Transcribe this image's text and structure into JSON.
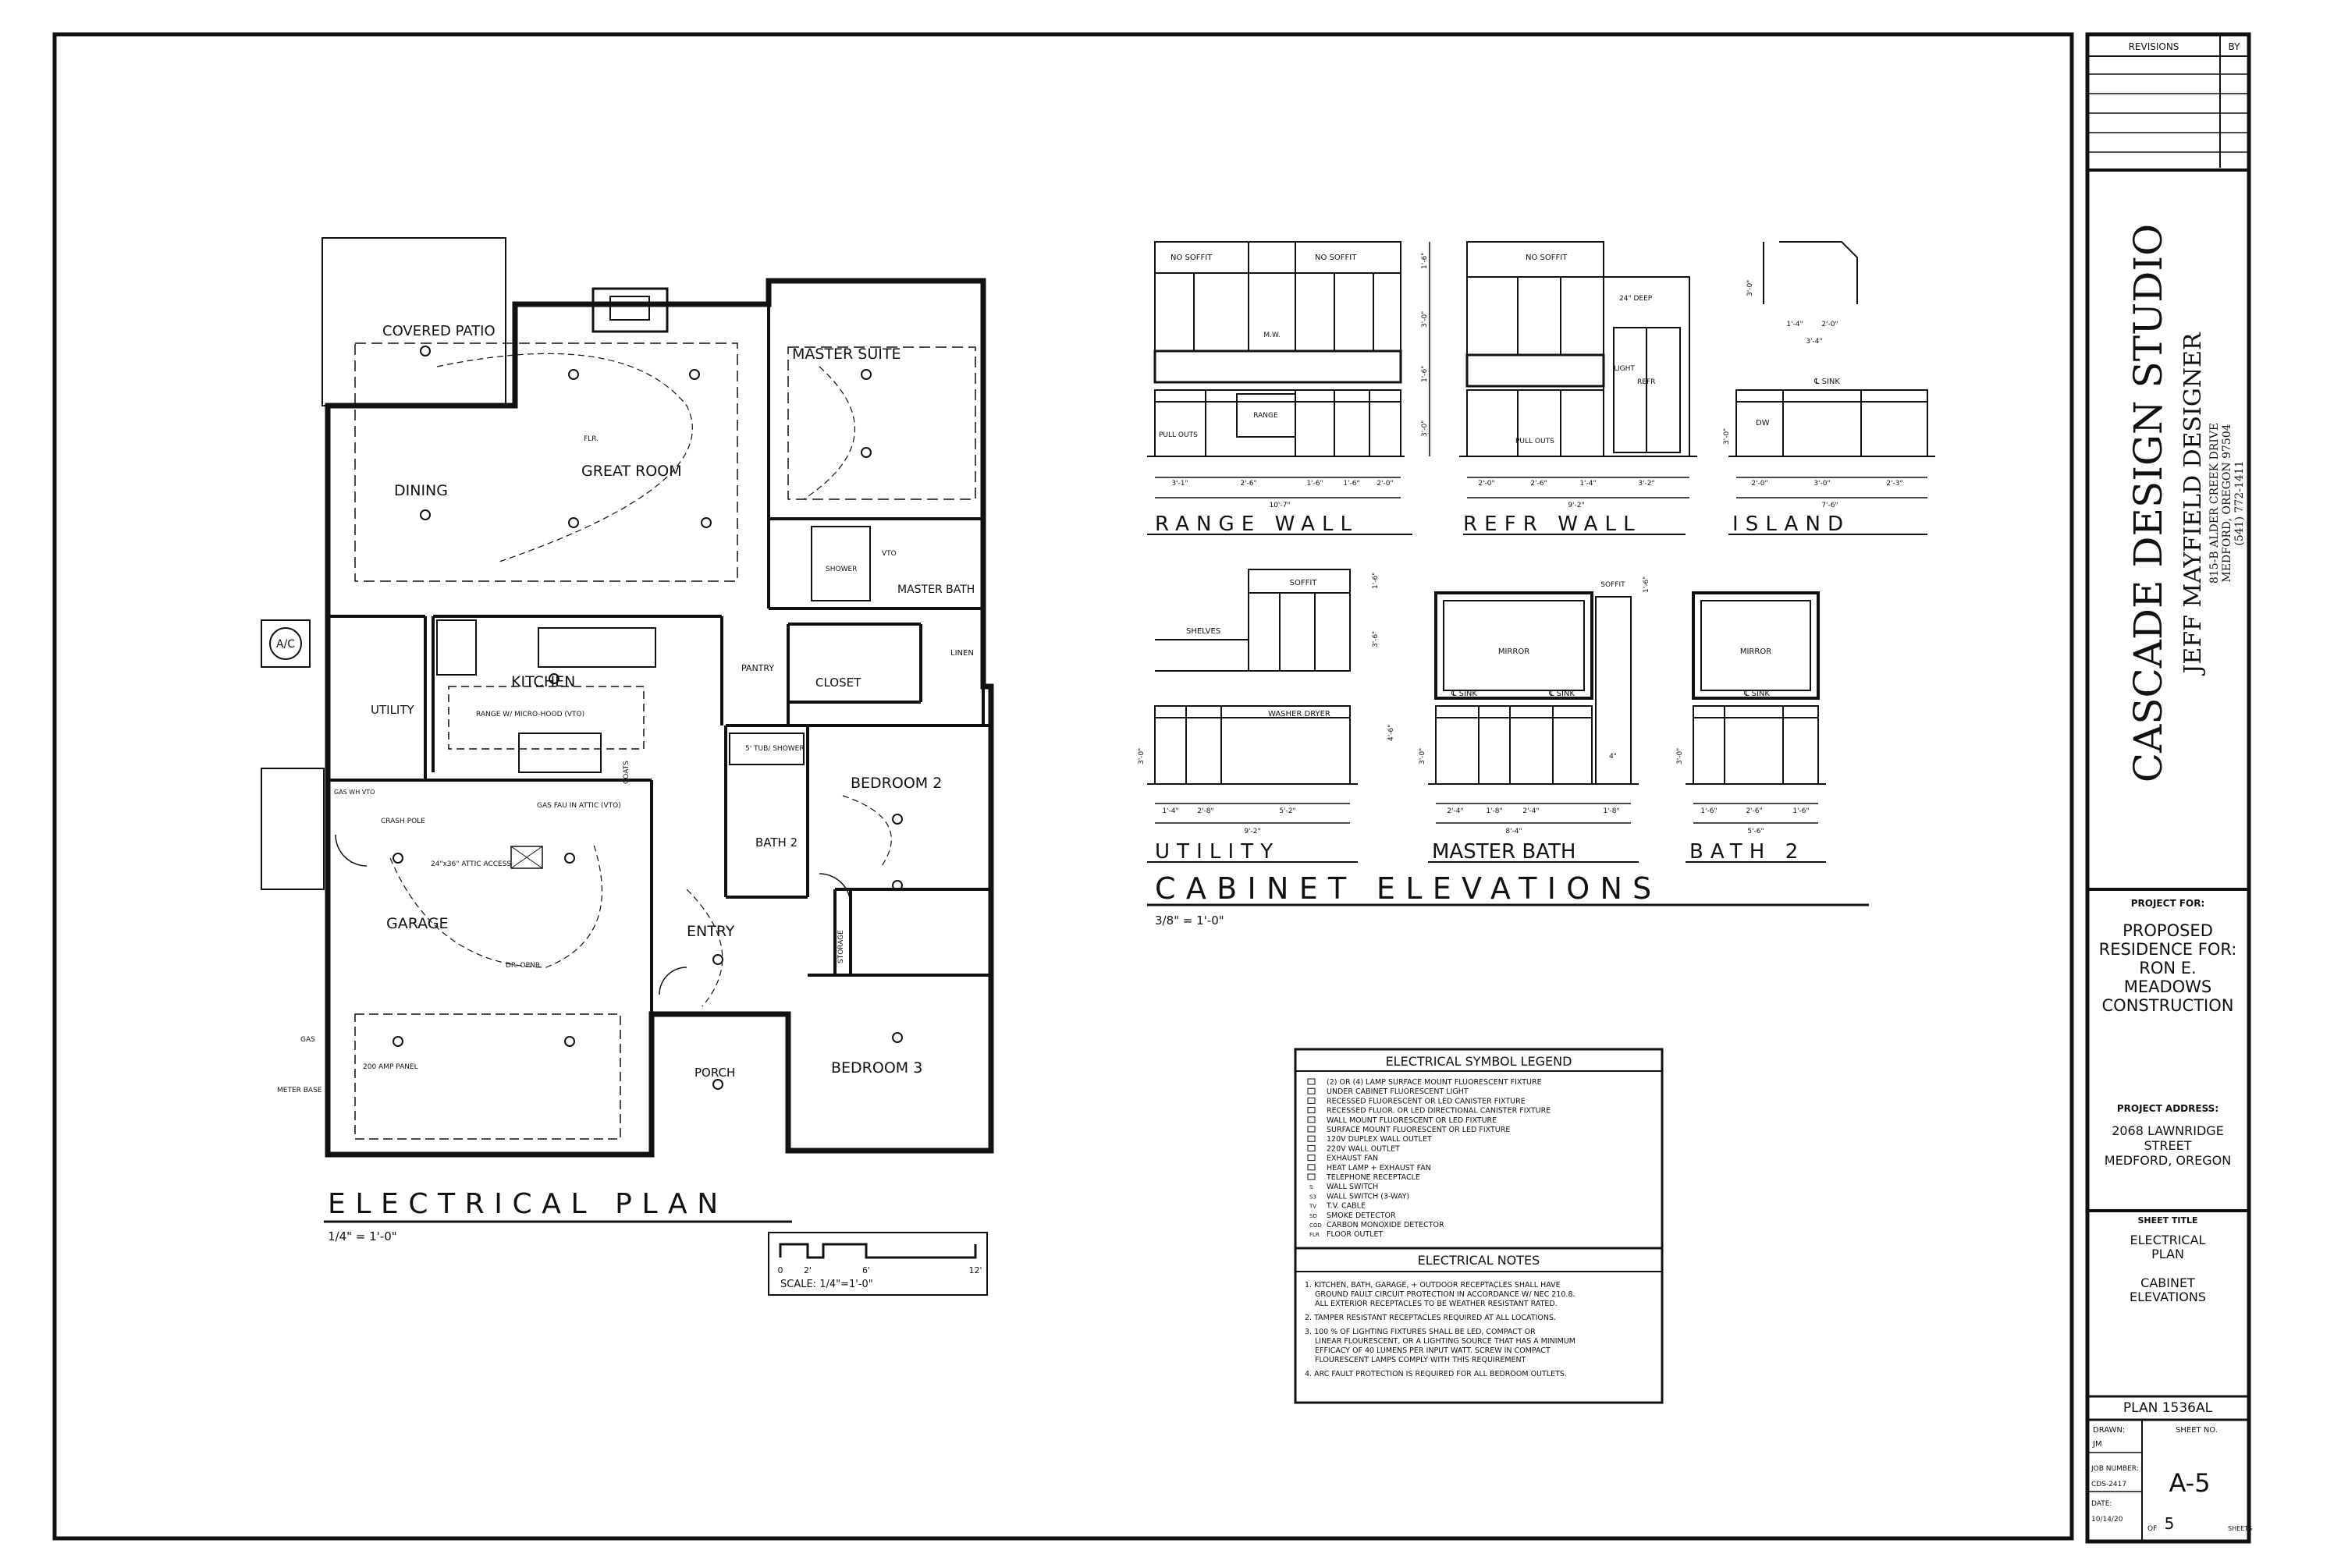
{
  "title_block": {
    "revisions_header": "REVISIONS",
    "by_header": "BY",
    "firm_name": "CASCADE DESIGN STUDIO",
    "designer": "JEFF MAYFIELD DESIGNER",
    "address_line1": "815-B ALDER CREEK DRIVE",
    "address_line2": "MEDFORD, OREGON 97504",
    "phone": "(541) 772-1411",
    "project_for_label": "PROJECT FOR:",
    "project_lines": [
      "PROPOSED",
      "RESIDENCE FOR:",
      "RON E.",
      "MEADOWS",
      "CONSTRUCTION"
    ],
    "project_address_label": "PROJECT ADDRESS:",
    "address_lines": [
      "2068 LAWNRIDGE",
      "STREET",
      "MEDFORD, OREGON"
    ],
    "sheet_title_label": "SHEET TITLE",
    "sheet_title_lines": [
      "ELECTRICAL",
      "PLAN"
    ],
    "sheet_title_lines2": [
      "CABINET",
      "ELEVATIONS"
    ],
    "plan_number": "PLAN 1536AL",
    "drawn_label": "DRAWN:",
    "drawn_value": "JM",
    "sheet_no_label": "SHEET NO.",
    "job_label": "JOB NUMBER:",
    "job_value": "CDS-2417",
    "date_label": "DATE:",
    "date_value": "10/14/20",
    "sheet_no": "A-5",
    "of_label": "OF",
    "total_sheets": "5",
    "sheets_label": "SHEETS"
  },
  "floor_plan": {
    "title": "ELECTRICAL  PLAN",
    "scale_text": "1/4\" = 1'-0\"",
    "rooms": {
      "covered_patio": "COVERED PATIO",
      "dining": "DINING",
      "great_room": "GREAT ROOM",
      "master_suite": "MASTER SUITE",
      "kitchen": "KITCHEN",
      "utility": "UTILITY",
      "closet": "CLOSET",
      "master_bath": "MASTER BATH",
      "pantry": "PANTRY",
      "linen": "LINEN",
      "bedroom2": "BEDROOM 2",
      "bath2": "BATH 2",
      "garage": "GARAGE",
      "entry": "ENTRY",
      "porch": "PORCH",
      "bedroom3": "BEDROOM 3",
      "storage": "STORAGE",
      "coats": "COATS",
      "shower": "SHOWER",
      "tub_shower": "5' TUB/ SHOWER"
    },
    "notes": {
      "ac": "A/C",
      "range": "RANGE W/ MICRO-HOOD (VTO)",
      "gas_fau": "GAS FAU IN ATTIC (VTO)",
      "attic": "24\"x36\" ATTIC ACCESS",
      "crash_pole": "CRASH POLE",
      "gas_wh": "GAS WH VTO",
      "panel": "200 AMP PANEL",
      "meter": "METER BASE",
      "gas": "GAS",
      "dr_opnr": "DR. OPNR",
      "flr": "FLR.",
      "vto": "VTO"
    },
    "scale_bar": {
      "ticks": [
        "0",
        "2'",
        "6'",
        "12'"
      ],
      "label": "SCALE: 1/4\"=1'-0\""
    }
  },
  "elevations": {
    "title": "CABINET  ELEVATIONS",
    "scale_text": "3/8\" = 1'-0\"",
    "range_wall": {
      "title": "RANGE WALL",
      "no_soffit_left": "NO SOFFIT",
      "no_soffit_right": "NO SOFFIT",
      "mw": "M.W.",
      "range": "RANGE",
      "pull_outs": "PULL OUTS",
      "dims": [
        "3'-1\"",
        "2'-6\"",
        "1'-6\"",
        "1'-6\"",
        "2'-0\""
      ],
      "overall": "10'-7\"",
      "vdims": [
        "1'-6\"",
        "3'-0\"",
        "1'-6\"",
        "3'-0\""
      ]
    },
    "refr_wall": {
      "title": "REFR WALL",
      "no_soffit": "NO SOFFIT",
      "deep": "24\" DEEP",
      "light": "LIGHT",
      "refr": "REFR",
      "pull_outs": "PULL OUTS",
      "dims": [
        "2'-0\"",
        "2'-6\"",
        "1'-4\"",
        "3'-2\""
      ],
      "overall": "9'-2\""
    },
    "island": {
      "title": "ISLAND",
      "sink": "℄ SINK",
      "dw": "DW",
      "dims": [
        "2'-0\"",
        "3'-0\"",
        "2'-3\""
      ],
      "overall": "7'-6\"",
      "top_dims": [
        "1'-4\"",
        "2'-0\""
      ],
      "top_overall": "3'-4\"",
      "v_top": "3'-0\"",
      "v_main": "3'-0\""
    },
    "utility": {
      "title": "UTILITY",
      "soffit": "SOFFIT",
      "shelves": "SHELVES",
      "washer_dryer": "WASHER  DRYER",
      "dims": [
        "1'-4\"",
        "2'-8\"",
        "5'-2\""
      ],
      "overall": "9'-2\"",
      "vdims": [
        "1'-6\"",
        "3'-6\"",
        "4'-6\"",
        "3'-0\""
      ]
    },
    "master_bath": {
      "title": "MASTER BATH",
      "mirror": "MIRROR",
      "sink_left": "℄ SINK",
      "sink_right": "℄ SINK",
      "soffit": "SOFFIT",
      "dims": [
        "2'-4\"",
        "1'-8\"",
        "2'-4\"",
        "1'-8\""
      ],
      "overall": "8'-4\"",
      "shelf_dim": "4\"",
      "vdims": [
        "1'-6\"",
        "3'-0\""
      ]
    },
    "bath2": {
      "title": "BATH 2",
      "mirror": "MIRROR",
      "sink": "℄ SINK",
      "dims": [
        "1'-6\"",
        "2'-6\"",
        "1'-6\""
      ],
      "overall": "5'-6\"",
      "vdims": [
        "3'-0\""
      ]
    }
  },
  "legend": {
    "title": "ELECTRICAL  SYMBOL  LEGEND",
    "items": [
      "(2) OR (4) LAMP SURFACE MOUNT FLUORESCENT FIXTURE",
      "UNDER CABINET FLUORESCENT LIGHT",
      "RECESSED FLUORESCENT OR LED CANISTER FIXTURE",
      "RECESSED FLUOR. OR LED DIRECTIONAL CANISTER FIXTURE",
      "WALL MOUNT FLUORESCENT OR LED FIXTURE",
      "SURFACE MOUNT FLUORESCENT OR LED FIXTURE",
      "120V DUPLEX WALL OUTLET",
      "220V WALL OUTLET",
      "EXHAUST FAN",
      "HEAT LAMP + EXHAUST FAN",
      "TELEPHONE RECEPTACLE",
      "WALL SWITCH",
      "WALL SWITCH (3-WAY)",
      "T.V. CABLE",
      "SMOKE DETECTOR",
      "CARBON MONOXIDE DETECTOR",
      "FLOOR OUTLET"
    ],
    "symbols": [
      "",
      "",
      "",
      "",
      "",
      "",
      "",
      "",
      "",
      "",
      "",
      "S",
      "S3",
      "TV",
      "SD",
      "COD",
      "FLR"
    ]
  },
  "notes": {
    "title": "ELECTRICAL  NOTES",
    "items": [
      [
        "1. KITCHEN, BATH, GARAGE, + OUTDOOR RECEPTACLES SHALL HAVE",
        "GROUND FAULT CIRCUIT PROTECTION IN ACCORDANCE W/ NEC 210.8.",
        "ALL EXTERIOR RECEPTACLES TO BE WEATHER RESISTANT RATED."
      ],
      [
        "2. TAMPER RESISTANT RECEPTACLES REQUIRED AT ALL LOCATIONS."
      ],
      [
        "3. 100 % OF LIGHTING FIXTURES SHALL BE LED, COMPACT OR",
        "LINEAR FLOURESCENT, OR A LIGHTING SOURCE THAT HAS A MINIMUM",
        "EFFICACY OF 40 LUMENS PER INPUT WATT. SCREW IN COMPACT",
        "FLOURESCENT LAMPS COMPLY WITH THIS REQUIREMENT"
      ],
      [
        "4. ARC FAULT PROTECTION IS REQUIRED FOR ALL BEDROOM OUTLETS."
      ]
    ]
  }
}
